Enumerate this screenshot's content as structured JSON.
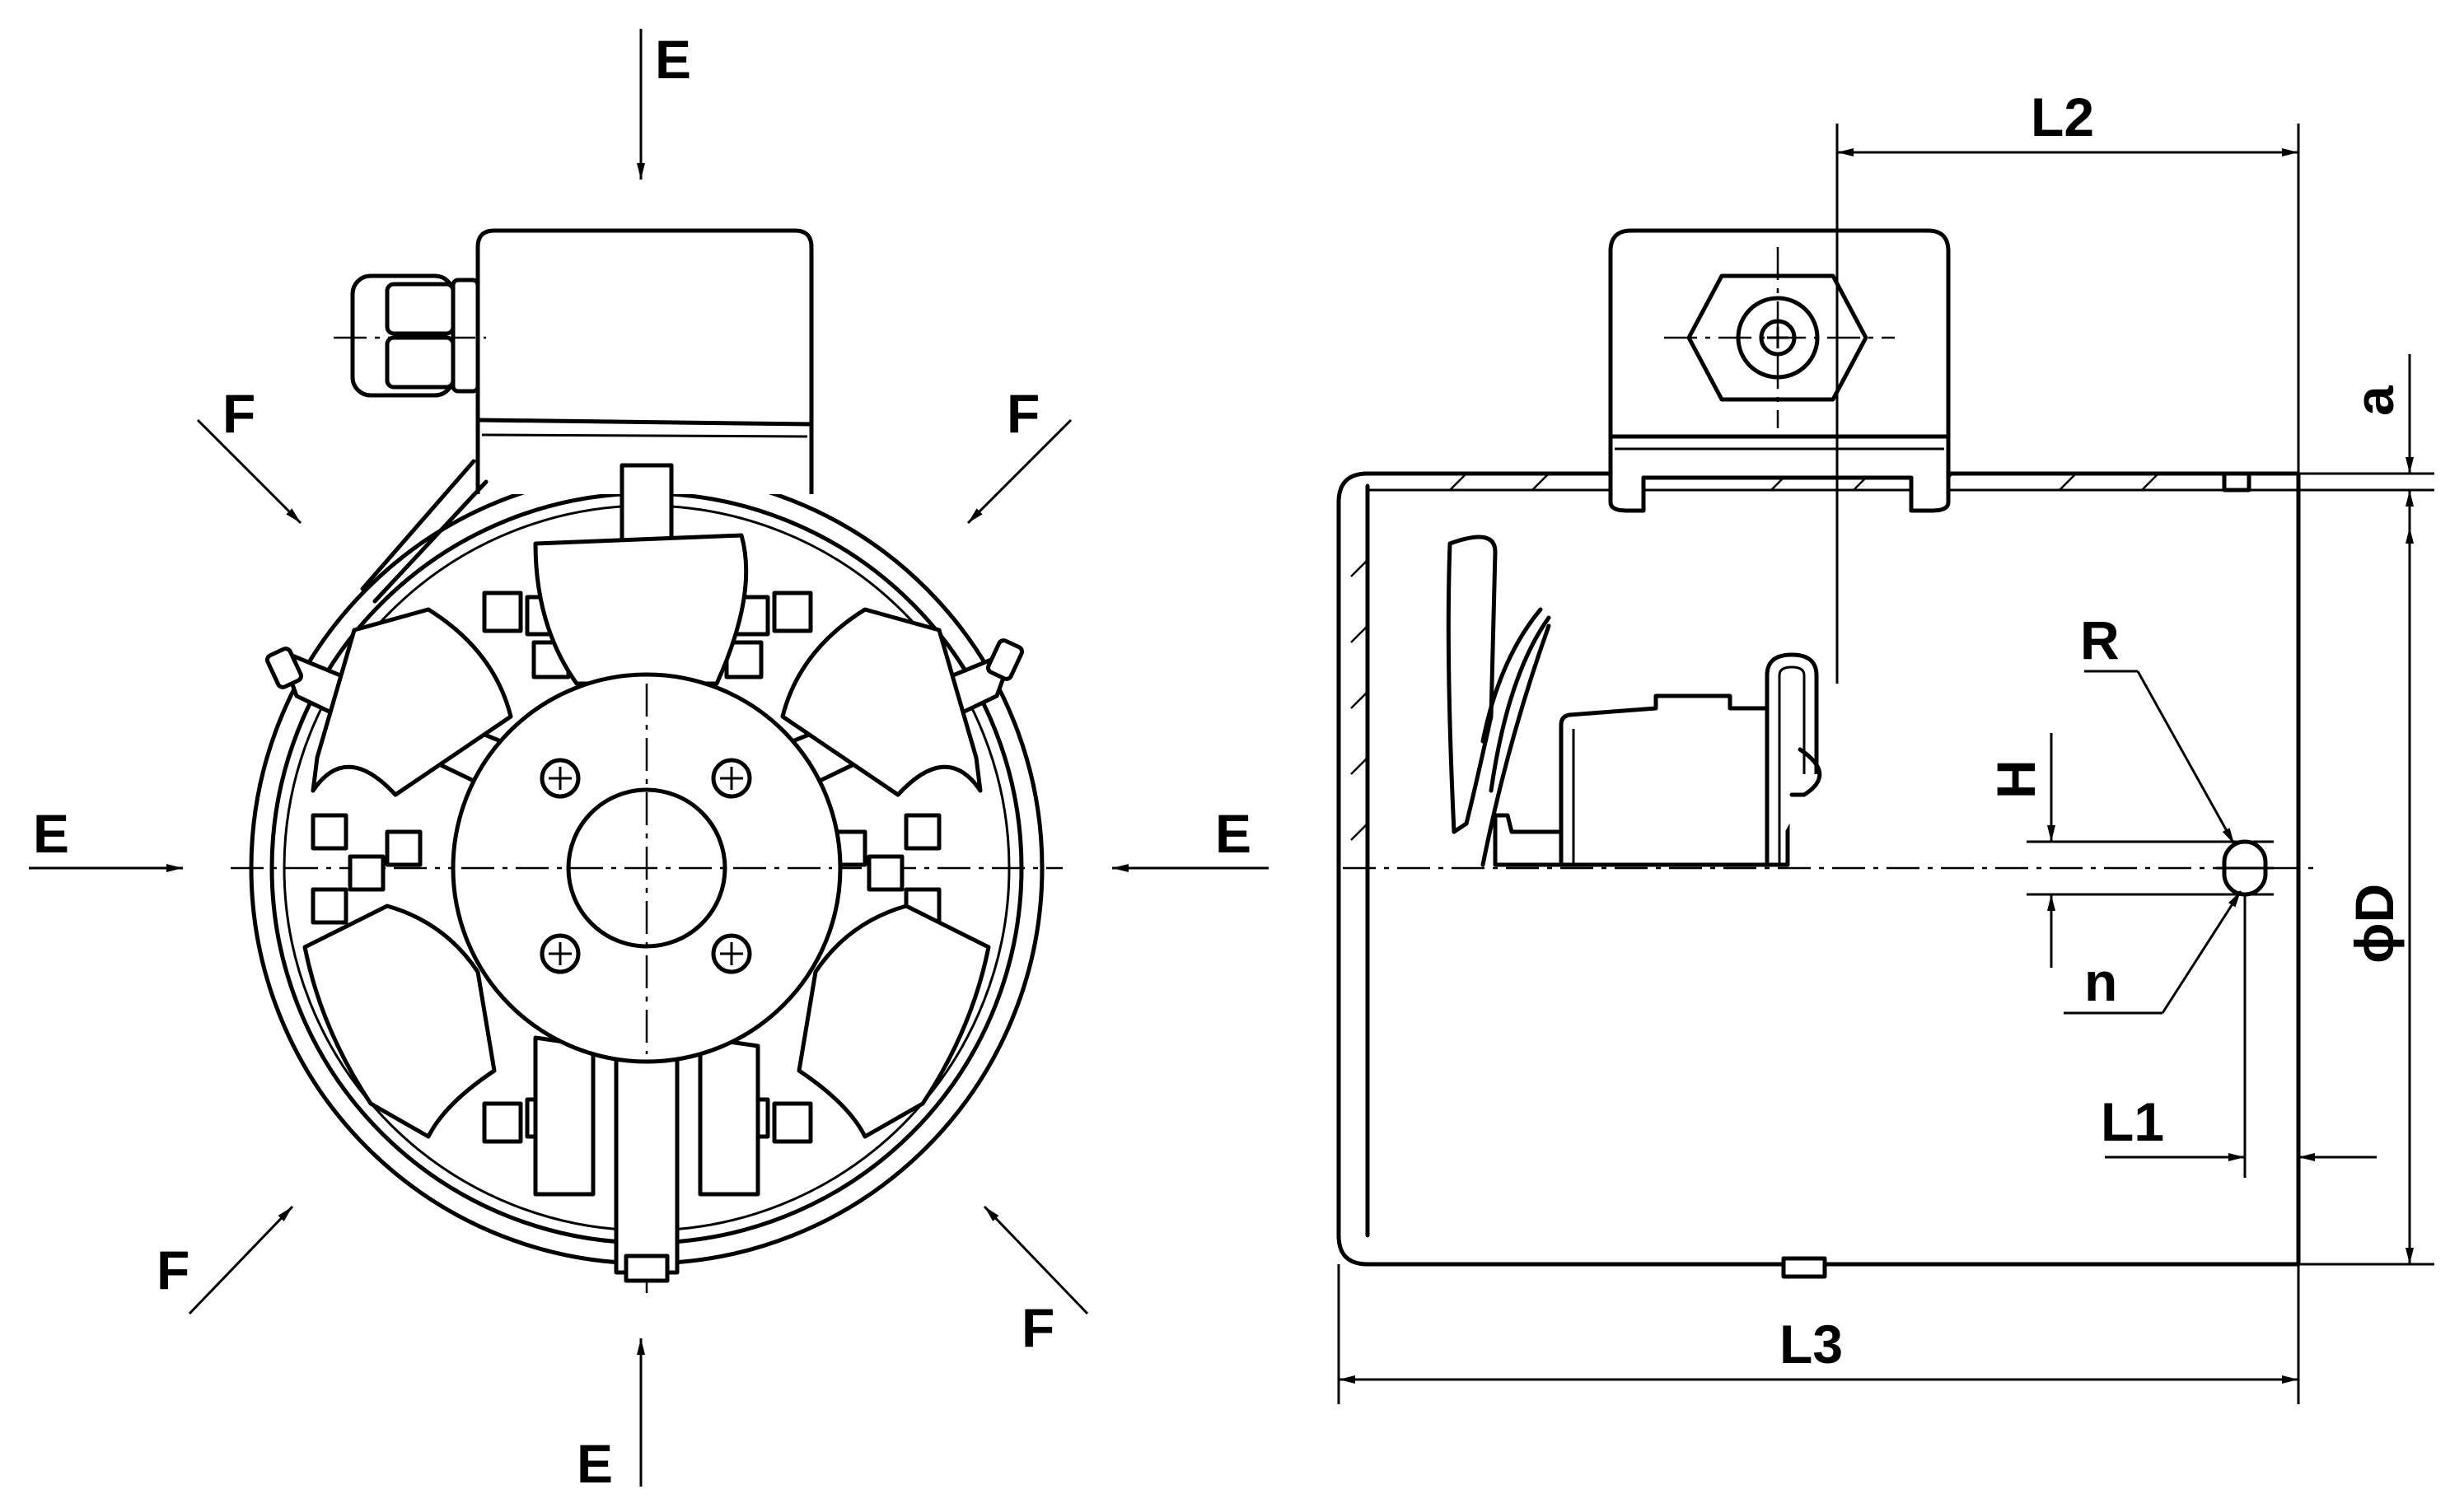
{
  "labels": {
    "e": "E",
    "f": "F",
    "l1": "L1",
    "l2": "L2",
    "l3": "L3",
    "a": "a",
    "h": "H",
    "r": "R",
    "n": "n",
    "phi_d": "ϕD"
  }
}
